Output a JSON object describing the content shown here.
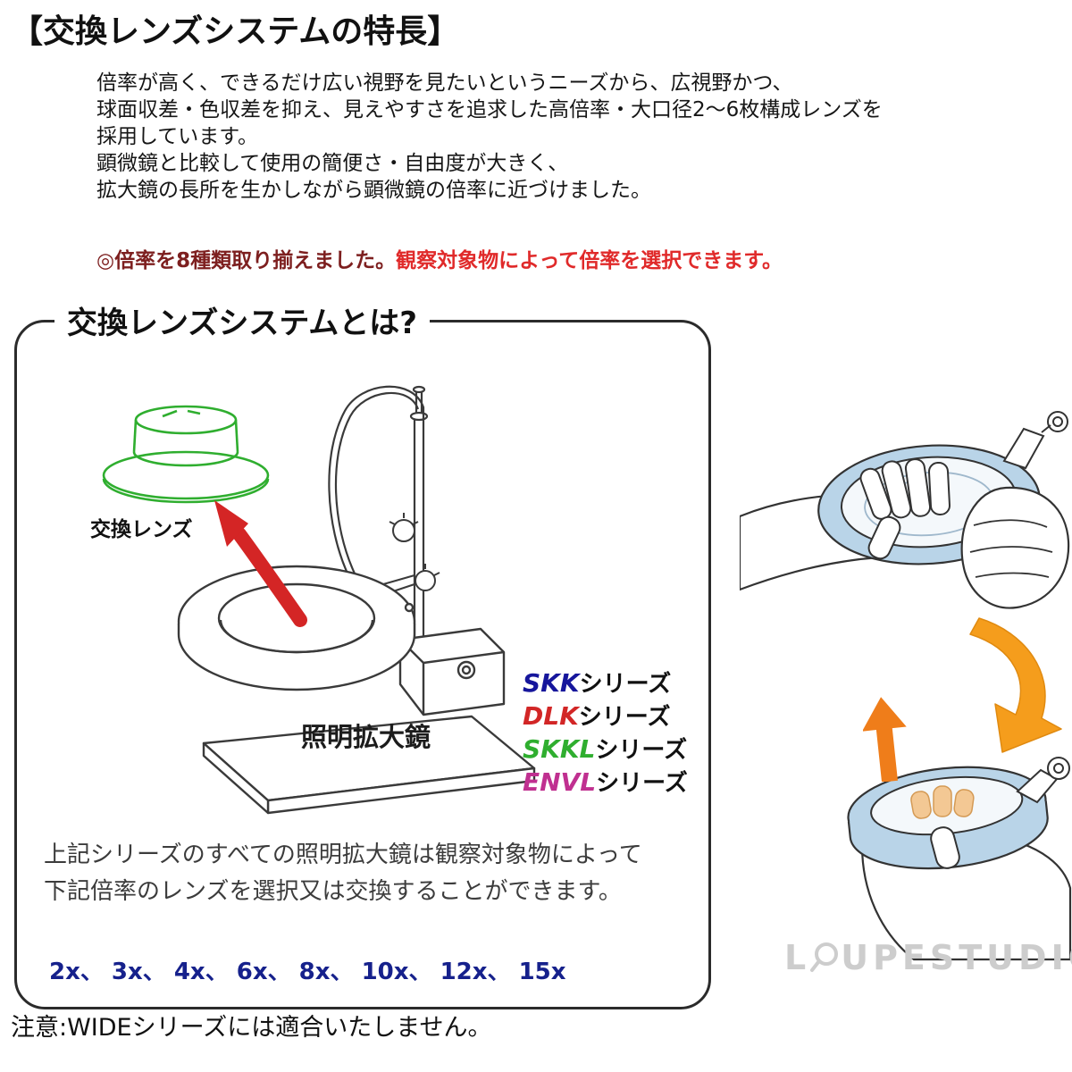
{
  "title": "【交換レンズシステムの特長】",
  "intro": {
    "lines": [
      "倍率が高く、できるだけ広い視野を見たいというニーズから、広視野かつ、",
      "球面収差・色収差を抑え、見えやすさを追求した高倍率・大口径2～6枚構成レンズを",
      "採用しています。",
      "顕微鏡と比較して使用の簡便さ・自由度が大きく、",
      "拡大鏡の長所を生かしながら顕微鏡の倍率に近づけました。"
    ]
  },
  "highlight": {
    "lead": "◎倍率を8種類取り揃えました。",
    "tail": "観察対象物によって倍率を選択できます。"
  },
  "box": {
    "heading": "交換レンズシステムとは?",
    "lens_label": "交換レンズ",
    "magnifier_label": "照明拡大鏡",
    "series": [
      {
        "name": "SKK",
        "suffix": "シリーズ"
      },
      {
        "name": "DLK",
        "suffix": "シリーズ"
      },
      {
        "name": "SKKL",
        "suffix": "シリーズ"
      },
      {
        "name": "ENVL",
        "suffix": "シリーズ"
      }
    ],
    "description_lines": [
      "上記シリーズのすべての照明拡大鏡は観察対象物によって",
      "下記倍率のレンズを選択又は交換することができます。"
    ],
    "magnifications": "2x、 3x、 4x、 6x、 8x、 10x、 12x、 15x"
  },
  "note": "注意:WIDEシリーズには適合いたしません。",
  "watermark": {
    "prefix": "L",
    "text": "UPESTUDIO"
  },
  "colors": {
    "series_skk": "#16169c",
    "series_dlk": "#d22626",
    "series_skkl": "#2fae2f",
    "series_envl": "#c03090",
    "highlight_lead": "#7d1f1f",
    "highlight_tail": "#e02a2a",
    "magnification_text": "#16218c",
    "ring_blue": "#b9d4e8",
    "arrow_orange": "#f59d1c",
    "swap_arrow_red": "#d42525",
    "lens_green": "#2fae2f",
    "watermark_gray": "#cdcdcd"
  }
}
